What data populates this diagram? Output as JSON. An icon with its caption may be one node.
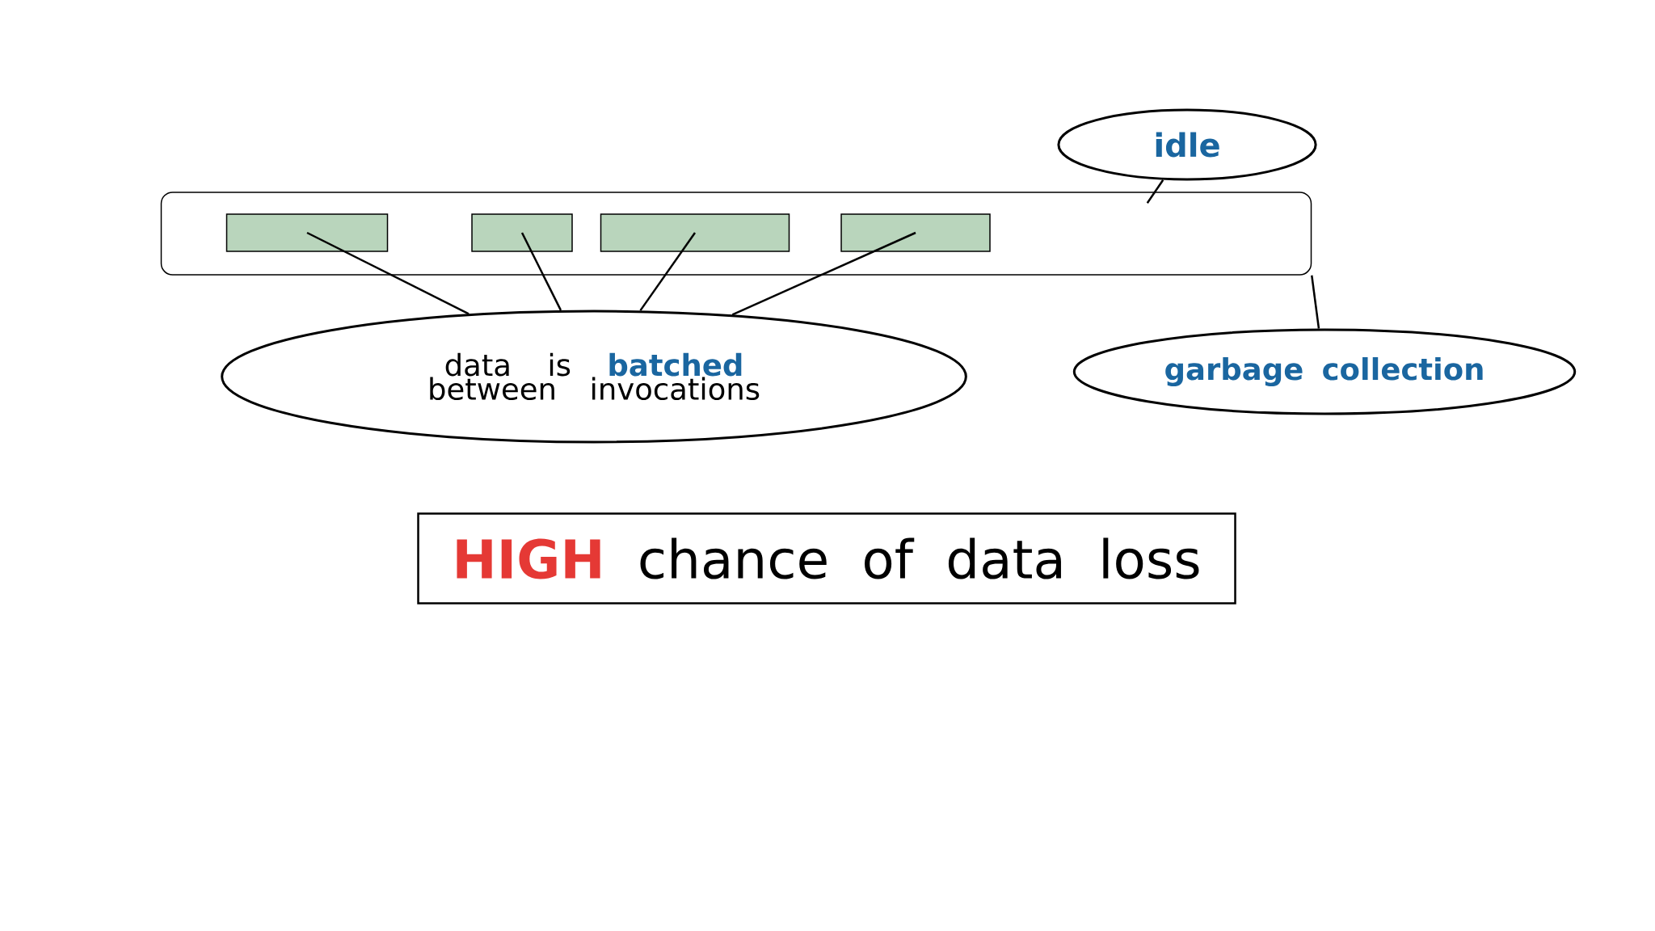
{
  "diagram": {
    "nodes": [
      {
        "text": [],
        "shape": "box"
      },
      {
        "text": [],
        "shape": "bar",
        "in": 0
      },
      {
        "text": [],
        "shape": "bar",
        "in": 0
      },
      {
        "text": [],
        "shape": "bar",
        "in": 0
      },
      {
        "text": [],
        "shape": "bar",
        "in": 0
      },
      {
        "text": [
          "idle"
        ]
      },
      {
        "text": [
          "data is **batched** between invocations"
        ]
      },
      {
        "text": [
          "garbage collection"
        ]
      },
      {
        "text": [
          "**HIGH** chance of data loss"
        ]
      }
    ],
    "edges": [
      {
        "from": 5,
        "to": 0,
        "arrow": "none"
      },
      {
        "from": 6,
        "to": 1,
        "arrow": "none"
      },
      {
        "from": 6,
        "to": 2,
        "arrow": "none"
      },
      {
        "from": 6,
        "to": 3,
        "arrow": "none"
      },
      {
        "from": 6,
        "to": 4,
        "arrow": "none"
      },
      {
        "from": 7,
        "to": 0,
        "arrow": "none"
      }
    ]
  }
}
